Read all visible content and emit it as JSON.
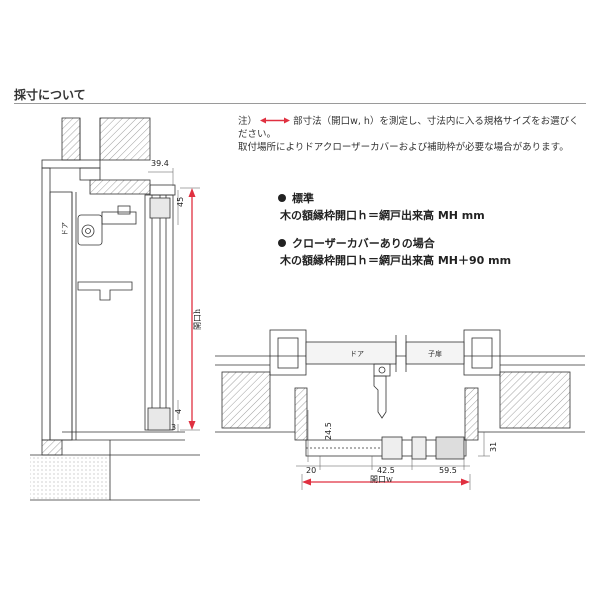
{
  "heading": "採寸について",
  "note": {
    "prefix": "注）",
    "line1_rest": "部寸法（開口w, h）を測定し、寸法内に入る規格サイズをお選びください。",
    "line2": "取付場所によりドアクローザーカバーおよび補助枠が必要な場合があります。"
  },
  "standard": {
    "title": "標準",
    "formula": "木の額縁枠開口ｈ＝網戸出来高 MH mm"
  },
  "closer_cover": {
    "title": "クローザーカバーありの場合",
    "formula": "木の額縁枠開口ｈ＝網戸出来高 MH＋90 mm"
  },
  "section_view": {
    "dims": {
      "top_offset": "39.4",
      "top_height": "45",
      "bottom_height": "4",
      "sill": "3"
    },
    "labels": {
      "door": "ドア",
      "opening_h": "開口h"
    }
  },
  "plan_view": {
    "dims": {
      "left_depth": "24.5",
      "left_width": "20",
      "mid": "42.5",
      "right": "59.5",
      "right_depth": "31"
    },
    "labels": {
      "door": "ドア",
      "child_door": "子扉",
      "opening_w": "開口w"
    }
  },
  "colors": {
    "dimension_arrow": "#e03040",
    "line": "#333333",
    "hatch": "#777777"
  }
}
